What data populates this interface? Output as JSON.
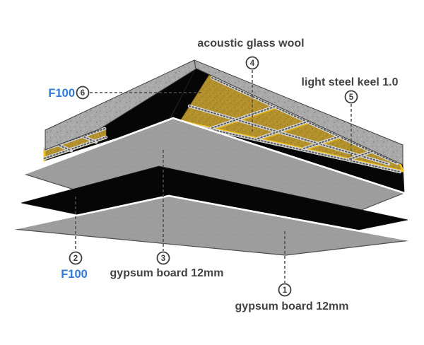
{
  "figure": {
    "type": "isometric exploded assembly diagram",
    "subject": "acoustic sound-insulation ceiling assembly"
  },
  "labels": {
    "acoustic_glass_wool": "acoustic glass wool",
    "light_steel_keel": "light steel keel 1.0",
    "f100_upper": "F100",
    "f100_lower": "F100",
    "gypsum_board_middle": "gypsum board 12mm",
    "gypsum_board_bottom": "gypsum board 12mm"
  },
  "callouts": [
    {
      "number": "1",
      "refers_to": "gypsum board 12mm"
    },
    {
      "number": "2",
      "refers_to": "F100"
    },
    {
      "number": "3",
      "refers_to": "gypsum board 12mm"
    },
    {
      "number": "4",
      "refers_to": "acoustic glass wool"
    },
    {
      "number": "5",
      "refers_to": "light steel keel 1.0"
    },
    {
      "number": "6",
      "refers_to": "F100"
    }
  ],
  "colors": {
    "label_text": "#434343",
    "f100_blue": "#2f7bd9",
    "concrete_gray": "#a9a9a9",
    "glass_wool_yellow": "#b2902c",
    "wool_edge_yellow": "#f0c01c",
    "gypsum_gray": "#9d9d9d",
    "membrane_black": "#060606",
    "keel_gray": "#d4d4d4"
  }
}
